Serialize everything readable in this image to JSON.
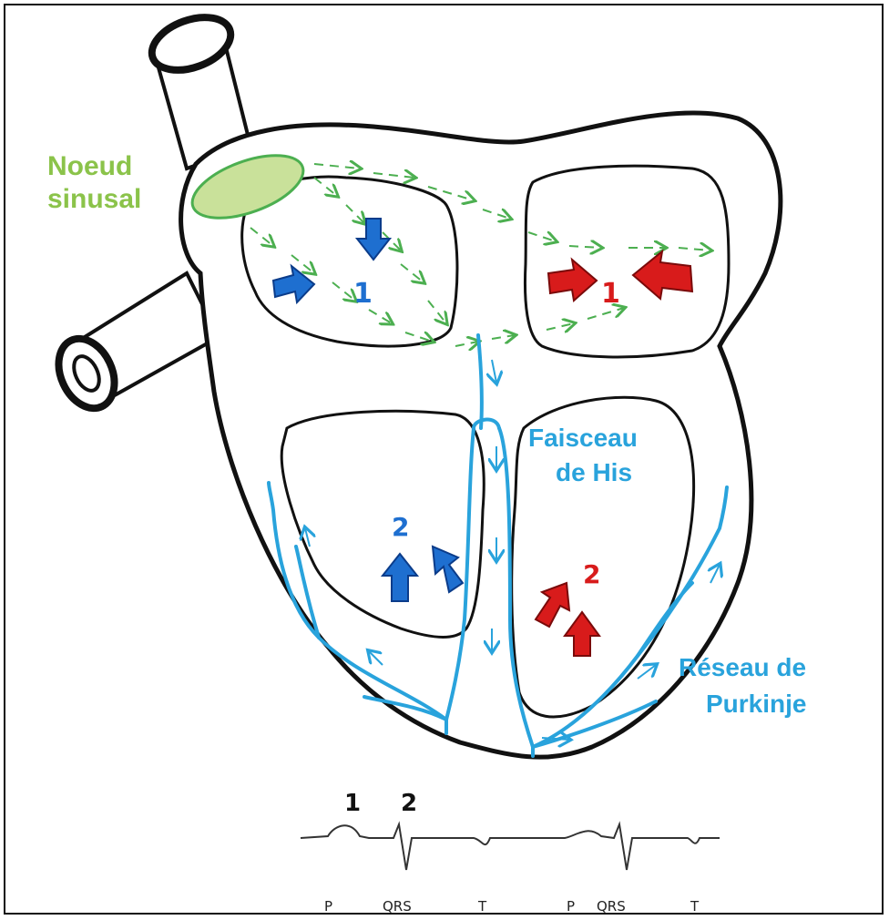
{
  "diagram": {
    "labels": {
      "sinus_node_line1": "Noeud",
      "sinus_node_line2": "sinusal",
      "his_line1": "Faisceau",
      "his_line2": "de His",
      "purkinje_line1": "Réseau de",
      "purkinje_line2": "Purkinje"
    },
    "markers": {
      "atrium_left": "1",
      "atrium_right": "1",
      "ventricle_left": "2",
      "ventricle_right": "2"
    },
    "ecg": {
      "peak_labels": [
        "1",
        "2"
      ],
      "wave_labels": [
        "P",
        "QRS",
        "T",
        "P",
        "QRS",
        "T"
      ]
    },
    "colors": {
      "sinus_node": "#8bc34a",
      "conduction_atria": "#4caf50",
      "his_purkinje": "#29a3dc",
      "blue_arrow": "#1e6fd0",
      "red_arrow": "#d81b1b",
      "outline": "#111111"
    }
  }
}
